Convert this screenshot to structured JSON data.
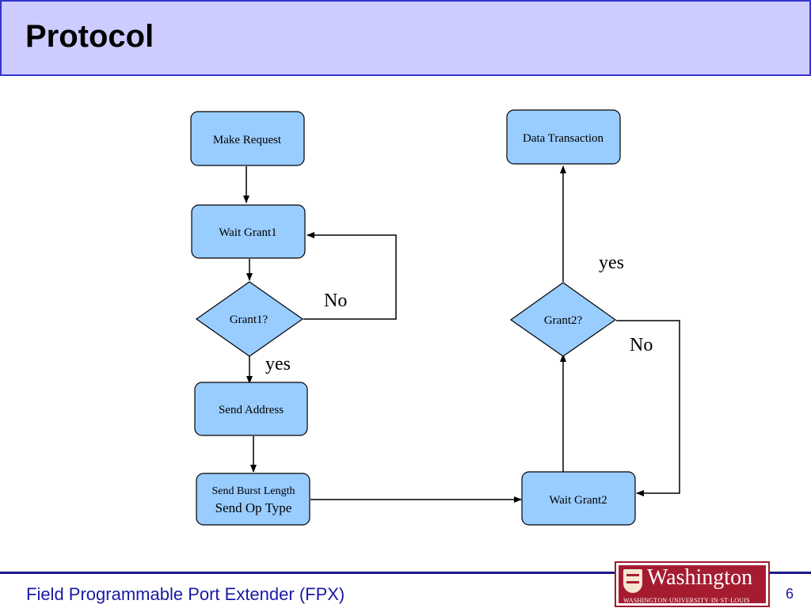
{
  "slide": {
    "title": "Protocol",
    "footer_text": "Field Programmable Port Extender (FPX)",
    "page_number": "6"
  },
  "logo": {
    "wordmark": "Washington",
    "subtitle": "WASHINGTON·UNIVERSITY·IN·ST·LOUIS",
    "color": "#a51c30"
  },
  "diagram": {
    "colors": {
      "node_fill": "#99ccff",
      "stroke": "#000000",
      "title_bg": "#ccccff",
      "accent": "#3333cc"
    },
    "nodes": {
      "make_request": "Make Request",
      "wait_grant1": "Wait Grant1",
      "grant1": "Grant1?",
      "send_address": "Send Address",
      "send_burst_line1": "Send Burst Length",
      "send_burst_line2": "Send Op Type",
      "wait_grant2": "Wait Grant2",
      "grant2": "Grant2?",
      "data_transaction": "Data Transaction"
    },
    "edge_labels": {
      "grant1_no": "No",
      "grant1_yes": "yes",
      "grant2_no": "No",
      "grant2_yes": "yes"
    }
  }
}
